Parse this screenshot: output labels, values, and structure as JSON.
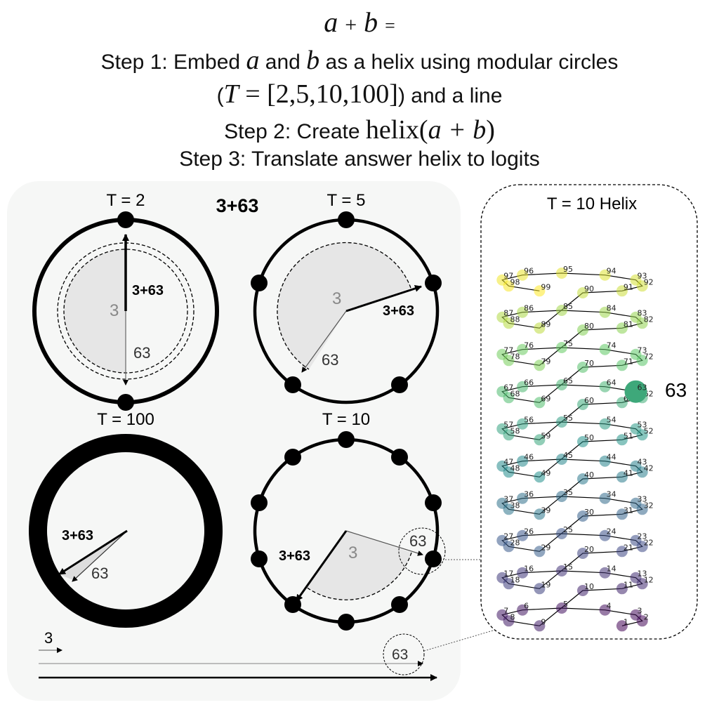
{
  "header": {
    "expression_a": "a",
    "expression_op": "+",
    "expression_b": "b",
    "expression_eq": "=",
    "step1_prefix": "Step 1: Embed ",
    "step1_a": "a",
    "step1_and": " and ",
    "step1_b": "b",
    "step1_suffix": " as a helix using modular circles",
    "step1_line2_open": "(",
    "step1_T": "T",
    "step1_eq_list": " = [2,5,10,100]",
    "step1_line2_close": ") and a line",
    "step2_prefix": "Step 2: Create ",
    "step2_func": "helix(",
    "step2_arg": "a + b",
    "step2_close": ")",
    "step3": "Step 3: Translate answer helix to logits"
  },
  "left_panel": {
    "main_label": "3+63",
    "circles": [
      {
        "title": "T = 2",
        "a_label": "3",
        "b_label": "63",
        "sum_label": "3+63"
      },
      {
        "title": "T = 5",
        "a_label": "3",
        "b_label": "63",
        "sum_label": "3+63"
      },
      {
        "title": "T = 100",
        "b_label": "63",
        "sum_label": "3+63"
      },
      {
        "title": "T = 10",
        "a_label": "3",
        "b_label": "63",
        "sum_label": "3+63"
      }
    ],
    "line": {
      "a_label": "3",
      "b_label": "63"
    }
  },
  "helix_panel": {
    "title": "T = 10 Helix",
    "highlight_label": "63"
  },
  "colors": {
    "panel_bg": "#f6f7f6",
    "highlight": "#3ea87a",
    "dark": "#000000",
    "gray": "#888888"
  }
}
